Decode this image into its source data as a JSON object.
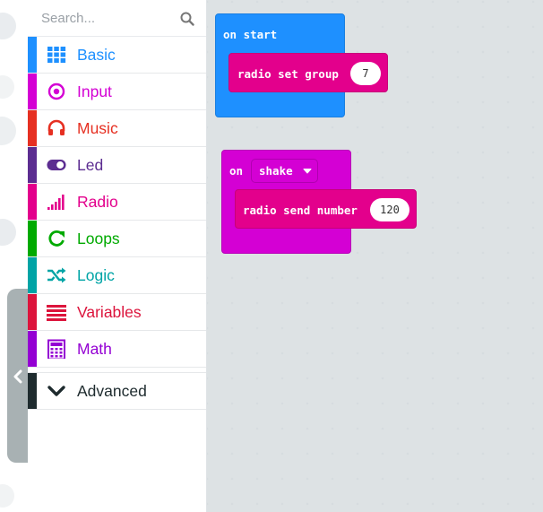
{
  "toolbox": {
    "search_placeholder": "Search...",
    "categories": [
      {
        "label": "Basic",
        "color": "#1e90ff",
        "icon": "grid-icon"
      },
      {
        "label": "Input",
        "color": "#d400d4",
        "icon": "target-icon"
      },
      {
        "label": "Music",
        "color": "#e63022",
        "icon": "headphones-icon"
      },
      {
        "label": "Led",
        "color": "#5c2d91",
        "icon": "toggle-icon"
      },
      {
        "label": "Radio",
        "color": "#e3008c",
        "icon": "signal-bars-icon"
      },
      {
        "label": "Loops",
        "color": "#00aa00",
        "icon": "refresh-icon"
      },
      {
        "label": "Logic",
        "color": "#00a4a6",
        "icon": "shuffle-icon"
      },
      {
        "label": "Variables",
        "color": "#dc143c",
        "icon": "list-lines-icon"
      },
      {
        "label": "Math",
        "color": "#9400d3",
        "icon": "calculator-icon"
      }
    ],
    "advanced": {
      "label": "Advanced",
      "color": "#3c3c3c",
      "icon": "chevron-down-icon"
    }
  },
  "workspace": {
    "on_start": {
      "label": "on start",
      "color": "#1e90ff",
      "inner": {
        "label": "radio set group",
        "value": "7",
        "color": "#e3008c"
      }
    },
    "on_shake": {
      "label": "on",
      "gesture": "shake",
      "color": "#d400d4",
      "inner": {
        "label": "radio send number",
        "value": "120",
        "color": "#e3008c"
      }
    }
  }
}
